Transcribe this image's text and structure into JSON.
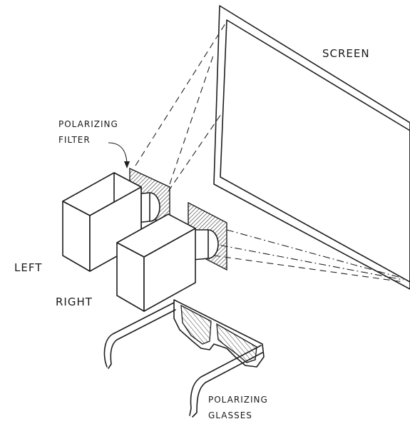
{
  "labels": {
    "screen": "SCREEN",
    "filter_line1": "POLARIZING",
    "filter_line2": "FILTER",
    "left": "LEFT",
    "right": "RIGHT",
    "glasses_line1": "POLARIZING",
    "glasses_line2": "GLASSES"
  },
  "colors": {
    "ink": "#1e1e1e",
    "paper": "#ffffff"
  }
}
